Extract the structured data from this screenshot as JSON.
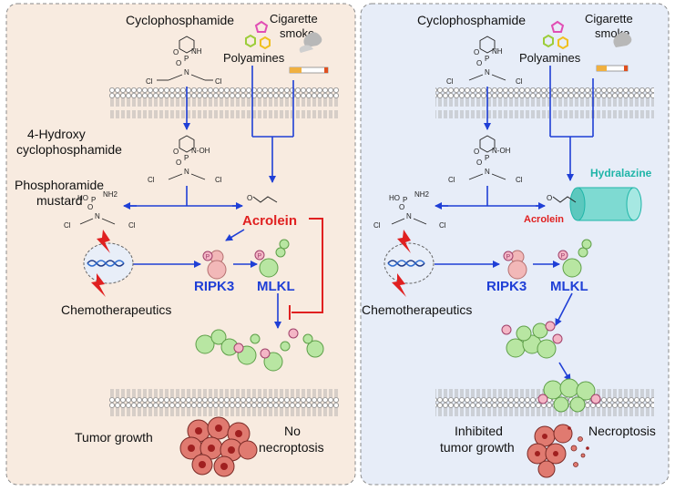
{
  "colors": {
    "left_panel_bg": "#f8ebe0",
    "right_panel_bg": "#e7edf8",
    "arrow_blue": "#1f3fd6",
    "inhibit_red": "#e02020",
    "protein_green": "#b8e6a2",
    "protein_pink": "#f2b8b8",
    "phospho_badge": "#f4b6c6",
    "tumor_red": "#e07a70",
    "hydralazine_teal": "#1fb5a8"
  },
  "left_panel": {
    "cyclophosphamide": "Cyclophosphamide",
    "cigarette_smoke": "Cigarette\nsmoke",
    "polyamines": "Polyamines",
    "hydroxy_cp_1": "4-Hydroxy",
    "hydroxy_cp_2": "cyclophosphamide",
    "phosphoramide_1": "Phosphoramide",
    "phosphoramide_2": "mustard",
    "acrolein": "Acrolein",
    "ripk3": "RIPK3",
    "mlkl": "MLKL",
    "chemotherapeutics": "Chemotherapeutics",
    "tumor_growth": "Tumor growth",
    "no_necroptosis_1": "No",
    "no_necroptosis_2": "necroptosis"
  },
  "right_panel": {
    "cyclophosphamide": "Cyclophosphamide",
    "cigarette_smoke": "Cigarette\nsmoke",
    "polyamines": "Polyamines",
    "hydralazine": "Hydralazine",
    "acrolein": "Acrolein",
    "ripk3": "RIPK3",
    "mlkl": "MLKL",
    "chemotherapeutics": "Chemotherapeutics",
    "inhibited_1": "Inhibited",
    "inhibited_2": "tumor growth",
    "necroptosis": "Necroptosis"
  },
  "chem": {
    "cl": "Cl",
    "n": "N",
    "p": "P",
    "o": "O",
    "nh": "NH",
    "n_oh": "N-OH",
    "ho": "HO",
    "nh2": "NH2",
    "phospho": "P"
  }
}
